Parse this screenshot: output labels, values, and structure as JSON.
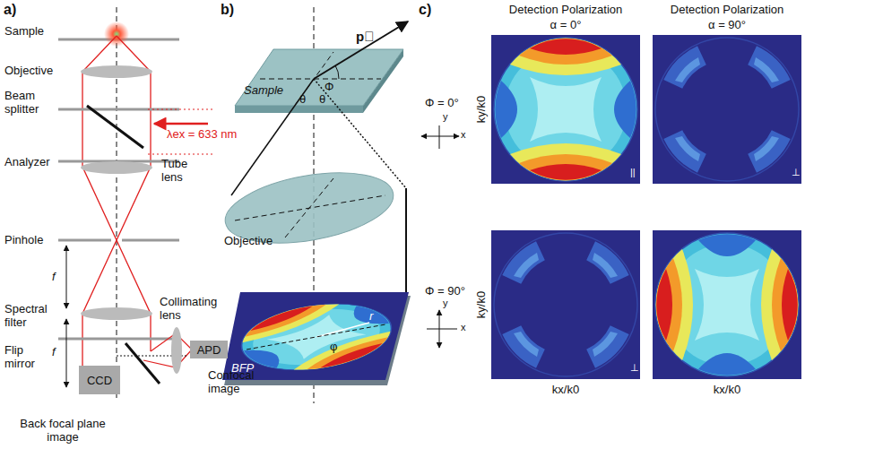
{
  "diagram": {
    "nodes": [
      {
        "text": [
          "CCD"
        ]
      },
      {
        "text": [
          "APD"
        ]
      }
    ],
    "labels": [
      "a)",
      "Sample",
      "Objective",
      "Beam splitter",
      "λex = 633 nm",
      "Analyzer",
      "Tube lens",
      "Pinhole",
      "f",
      "Collimating lens",
      "Spectral filter",
      "Flip mirror",
      "f",
      "Confocal image",
      "Back focal plane image",
      "b)",
      "p⃗",
      "Sample",
      "Φ",
      "θ",
      "θ",
      "Objective",
      "BFP",
      "r",
      "φ",
      "c)",
      "Detection Polarization",
      "α = 0°",
      "Detection Polarization",
      "α = 90°",
      "Φ = 0°",
      "y",
      "x",
      "Φ = 90°",
      "y",
      "x",
      "ky/k0",
      "ky/k0",
      "kx/k0",
      "kx/k0",
      "||",
      "⊥",
      "⊥"
    ]
  }
}
